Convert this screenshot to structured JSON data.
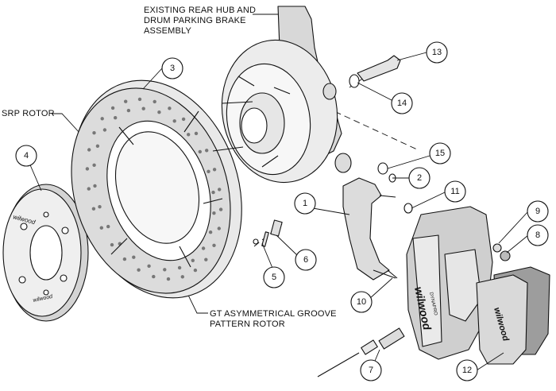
{
  "labels": {
    "hub_line1": "EXISTING REAR HUB AND",
    "hub_line2": "DRUM PARKING BRAKE",
    "hub_line3": "ASSEMBLY",
    "srp_rotor": "SRP ROTOR",
    "gt_line1": "GT ASYMMETRICAL GROOVE",
    "gt_line2": "PATTERN ROTOR"
  },
  "brand_marks": {
    "hat": "wilwood",
    "caliper": "wilwood",
    "caliper_sub": "DYNAPRO",
    "pad": "wilwood"
  },
  "callouts": [
    "1",
    "2",
    "3",
    "4",
    "5",
    "6",
    "7",
    "8",
    "9",
    "10",
    "11",
    "12",
    "13",
    "14",
    "15"
  ],
  "colors": {
    "line": "#111111",
    "part_fill": "#f2f2f2",
    "shade_fill": "#c9c9c9",
    "dark_fill": "#9a9a9a",
    "background": "#ffffff"
  }
}
